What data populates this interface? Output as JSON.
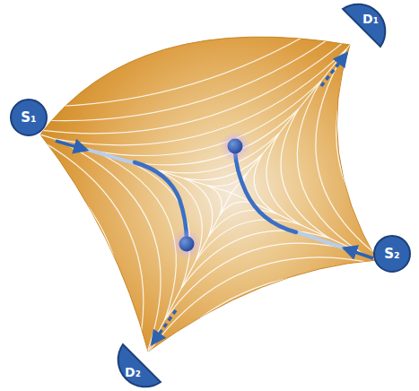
{
  "diagram": {
    "nodes": [
      {
        "text": [
          "D₁"
        ]
      },
      {
        "text": [
          "S₁"
        ]
      },
      {
        "text": [
          "S₂"
        ]
      },
      {
        "text": [
          "D₂"
        ]
      }
    ]
  }
}
